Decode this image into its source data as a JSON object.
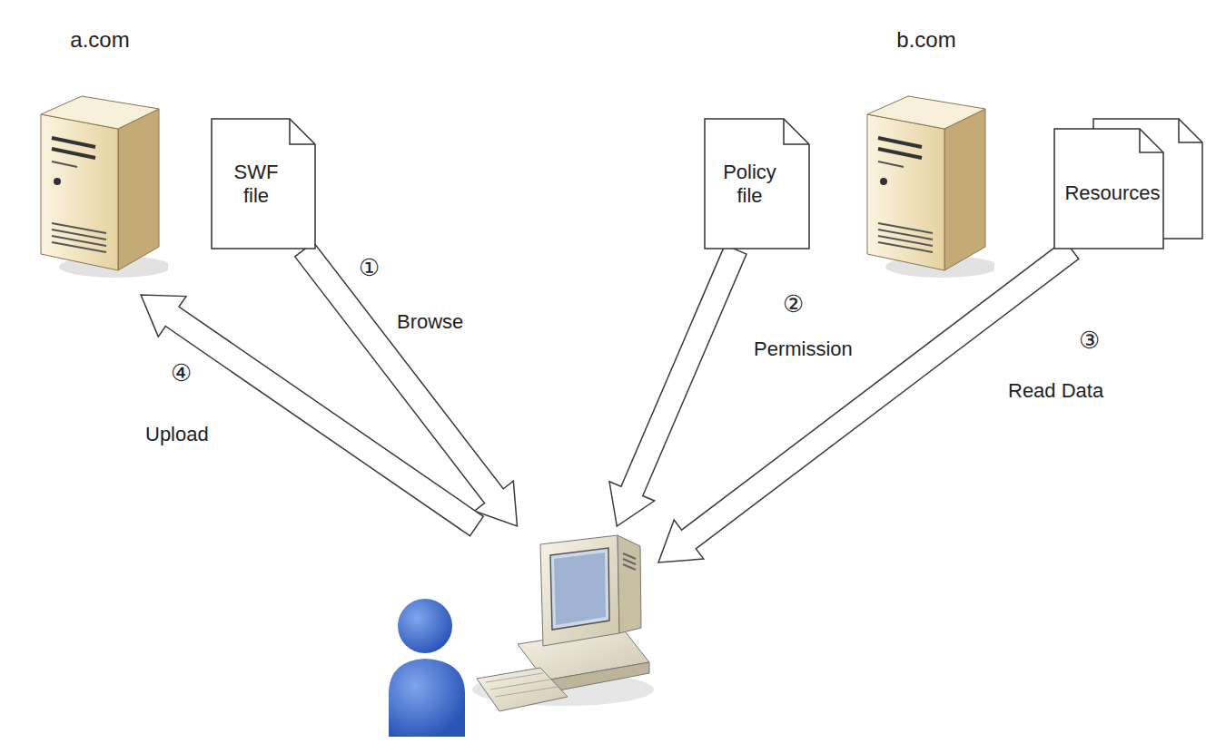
{
  "diagram": {
    "nodes": [
      {
        "text": [
          "a.com"
        ]
      },
      {
        "text": [
          "SWF file"
        ]
      },
      {
        "text": [
          "Policy file"
        ]
      },
      {
        "text": [
          "b.com"
        ]
      },
      {
        "text": [
          "Resources"
        ]
      },
      {
        "text": []
      }
    ],
    "edges": [
      {
        "from": 1,
        "to": 5,
        "arrow": "to",
        "label": "Browse"
      },
      {
        "from": 2,
        "to": 5,
        "arrow": "to",
        "label": "Permission"
      },
      {
        "from": 4,
        "to": 5,
        "arrow": "to",
        "label": "Read Data"
      },
      {
        "from": 5,
        "to": 0,
        "arrow": "to",
        "label": "Upload"
      }
    ],
    "labels": [
      "①",
      "②",
      "③",
      "④"
    ]
  }
}
